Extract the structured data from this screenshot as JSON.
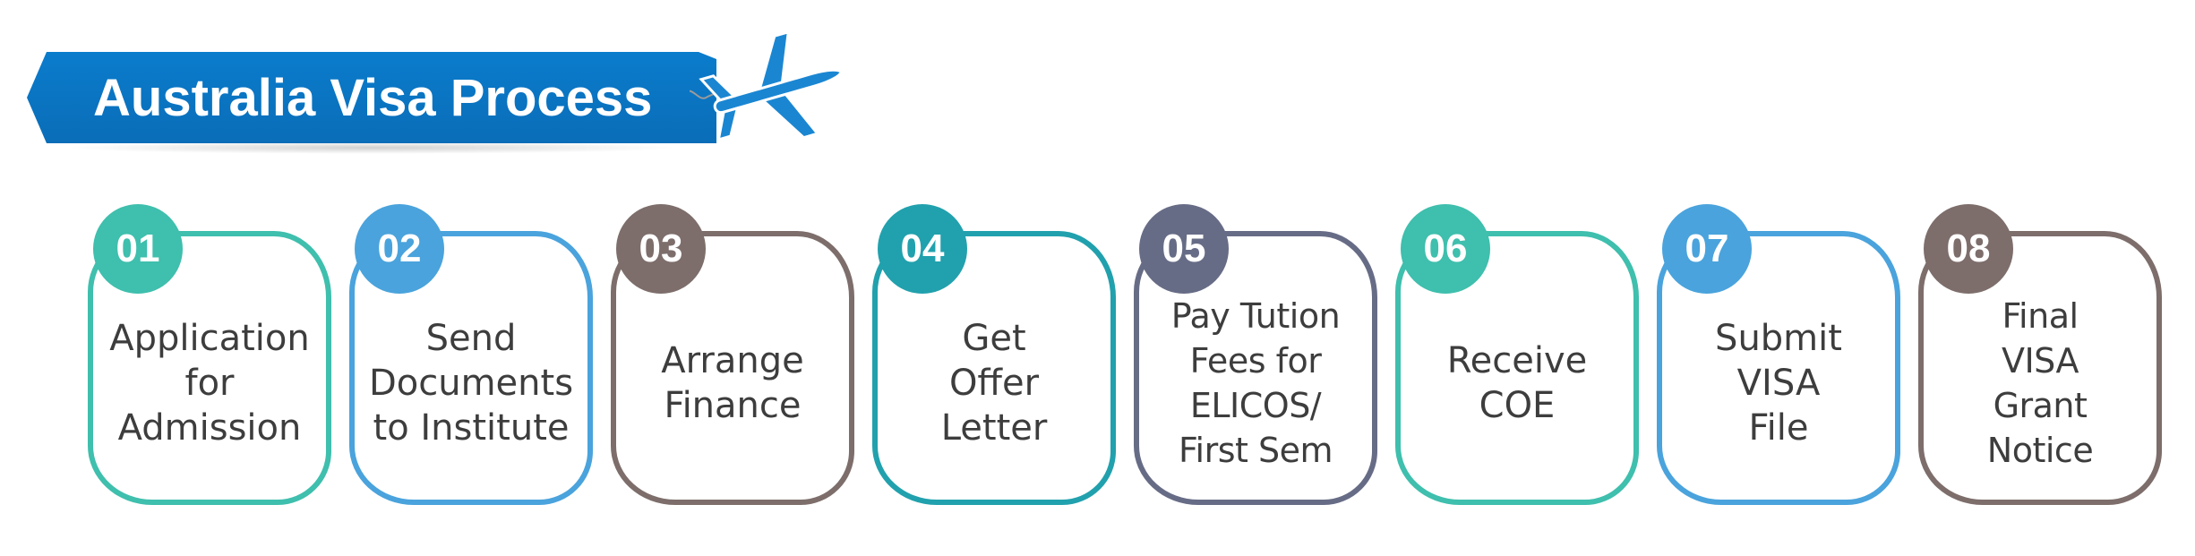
{
  "title": "Australia Visa Process",
  "colors": {
    "banner": "#0a74c2",
    "plane": "#1a86d2"
  },
  "steps": [
    {
      "number": "01",
      "label": "Application\nfor\nAdmission",
      "color": "#3fbfad"
    },
    {
      "number": "02",
      "label": "Send\nDocuments\nto Institute",
      "color": "#4aa3dc"
    },
    {
      "number": "03",
      "label": "Arrange\nFinance",
      "color": "#7d6e6b"
    },
    {
      "number": "04",
      "label": "Get\nOffer\nLetter",
      "color": "#21a1ad"
    },
    {
      "number": "05",
      "label": "Pay Tution\nFees for\nELICOS/\nFirst Sem",
      "color": "#676c86"
    },
    {
      "number": "06",
      "label": "Receive\nCOE",
      "color": "#3fbfad"
    },
    {
      "number": "07",
      "label": "Submit\nVISA\nFile",
      "color": "#4aa3dc"
    },
    {
      "number": "08",
      "label": "Final\nVISA\nGrant\nNotice",
      "color": "#7d6e6b"
    }
  ]
}
